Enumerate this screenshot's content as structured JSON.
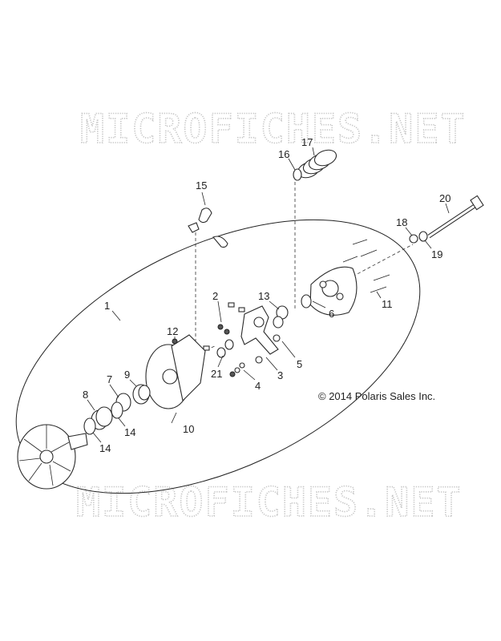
{
  "watermark": {
    "top_text": "MICROFICHES.NET",
    "bottom_text": "MICROFICHES.NET"
  },
  "copyright": "© 2014 Polaris Sales Inc.",
  "callouts": {
    "c1": "1",
    "c2": "2",
    "c3": "3",
    "c4": "4",
    "c5": "5",
    "c6": "6",
    "c7": "7",
    "c8": "8",
    "c9": "9",
    "c10": "10",
    "c11": "11",
    "c12": "12",
    "c13": "13",
    "c14a": "14",
    "c14b": "14",
    "c15": "15",
    "c16": "16",
    "c17": "17",
    "c18": "18",
    "c19": "19",
    "c20": "20",
    "c21": "21"
  },
  "colors": {
    "line": "#2a2a2a",
    "watermark": "#c4c4c4",
    "background": "#ffffff"
  }
}
